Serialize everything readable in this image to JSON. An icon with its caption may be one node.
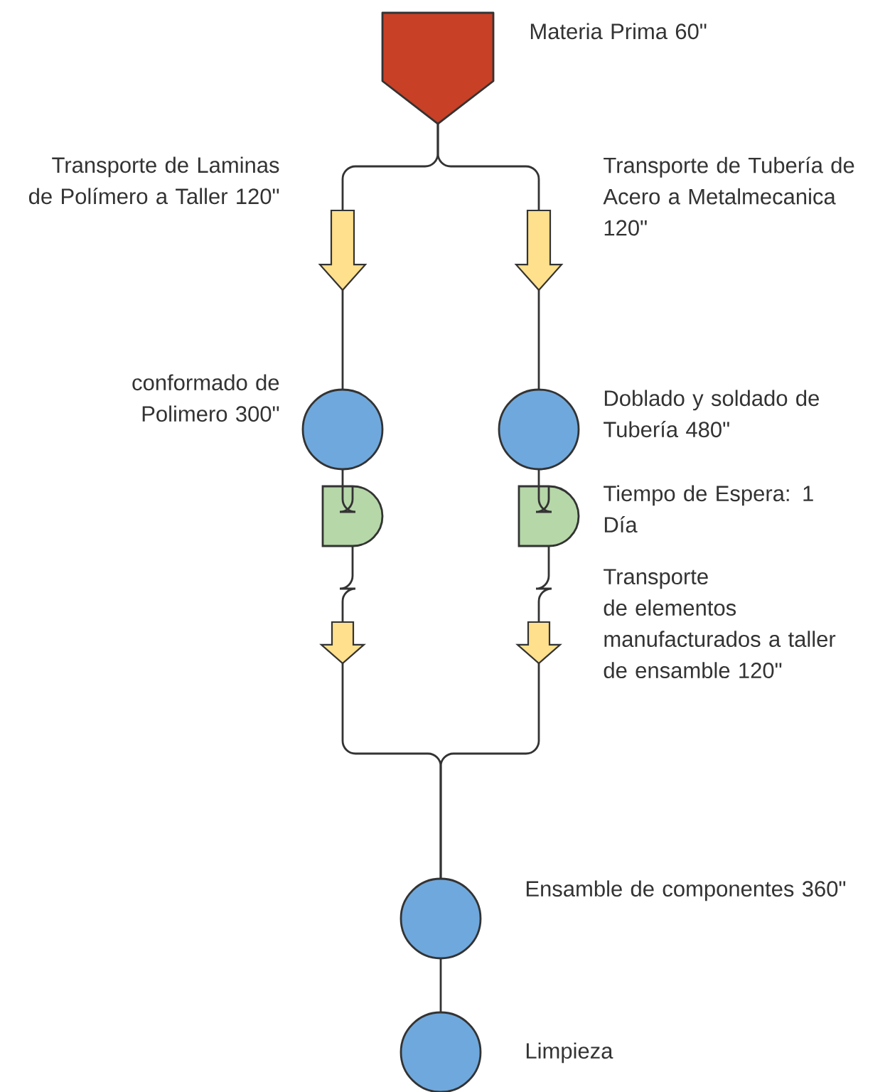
{
  "diagram": {
    "nodes": [
      {
        "text": [],
        "shape": "pentagon",
        "beside": [
          "Materia Prima 60\""
        ]
      },
      {
        "text": [],
        "shape": "arrow",
        "beside": [
          "Transporte de Laminas de Polímero a Taller 120\""
        ]
      },
      {
        "text": [],
        "shape": "arrow",
        "beside": [
          "Transporte de Tubería de Acero a Metalmecanica 120\""
        ]
      },
      {
        "text": [],
        "shape": "circle",
        "beside": [
          "conformado de Polimero 300\""
        ]
      },
      {
        "text": [],
        "shape": "circle",
        "beside": [
          "Doblado y soldado de Tubería 480\""
        ]
      },
      {
        "text": [],
        "shape": "delay"
      },
      {
        "text": [],
        "shape": "delay",
        "beside": [
          "Tiempo de Espera: 1 Día"
        ]
      },
      {
        "text": [],
        "shape": "arrow"
      },
      {
        "text": [],
        "shape": "arrow",
        "beside": [
          "Transporte de elementos manufacturados a taller de ensamble 120\""
        ]
      },
      {
        "text": [],
        "shape": "circle",
        "beside": [
          "Ensamble de componentes 360\""
        ]
      },
      {
        "text": [],
        "shape": "circle",
        "beside": [
          "Limpieza"
        ]
      }
    ],
    "edges": [
      {
        "from": 0,
        "to": 1,
        "arrow": "none"
      },
      {
        "from": 0,
        "to": 2,
        "arrow": "none"
      },
      {
        "from": 1,
        "to": 3,
        "arrow": "none"
      },
      {
        "from": 2,
        "to": 4,
        "arrow": "none"
      },
      {
        "from": 3,
        "to": 5,
        "arrow": "none"
      },
      {
        "from": 4,
        "to": 6,
        "arrow": "none"
      },
      {
        "from": 5,
        "to": 7,
        "arrow": "none"
      },
      {
        "from": 6,
        "to": 8,
        "arrow": "none"
      },
      {
        "from": 7,
        "to": 9,
        "arrow": "none"
      },
      {
        "from": 8,
        "to": 9,
        "arrow": "none"
      },
      {
        "from": 9,
        "to": 10,
        "arrow": "none"
      }
    ]
  }
}
